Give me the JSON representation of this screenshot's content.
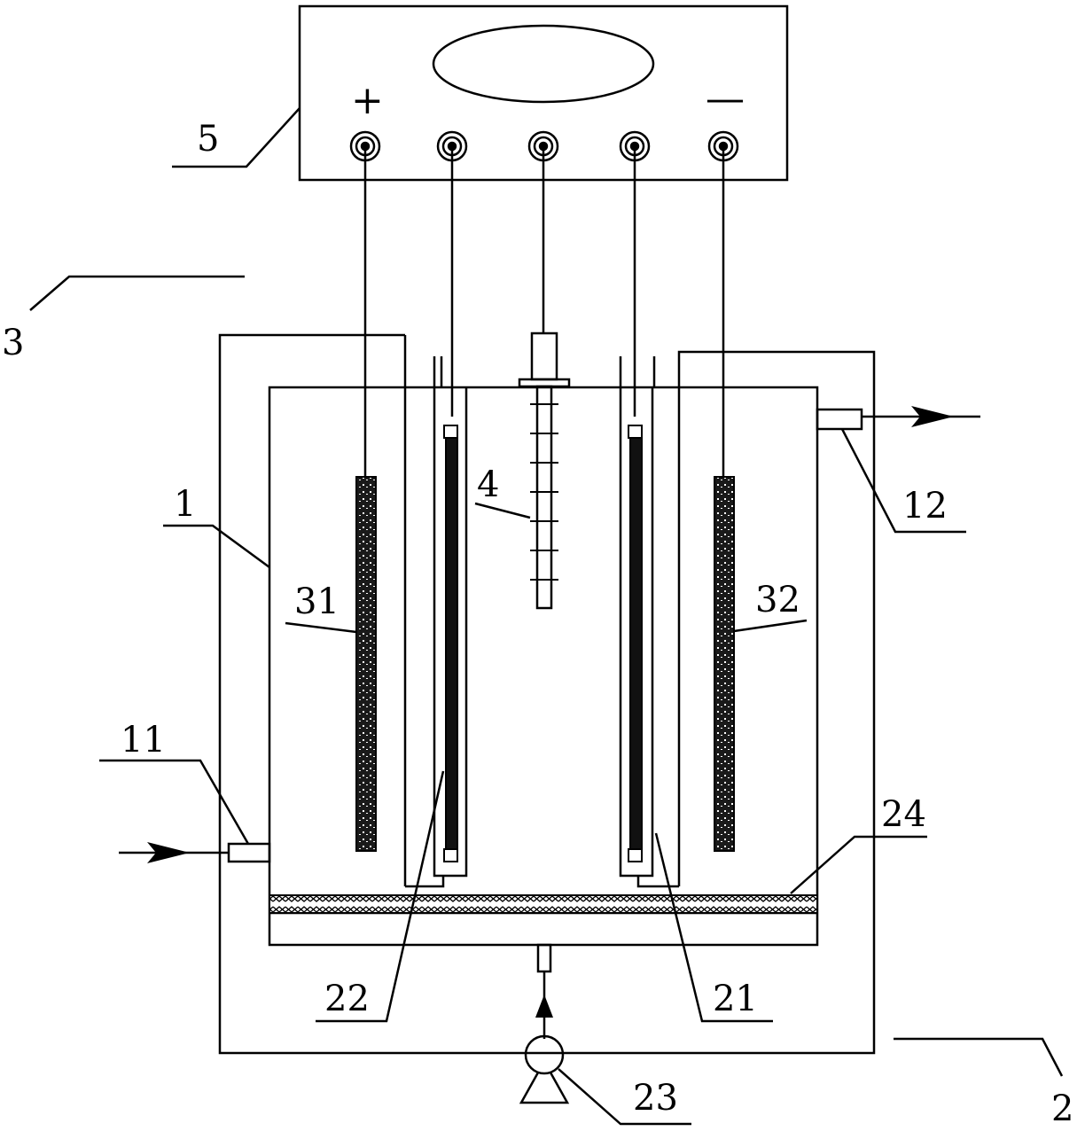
{
  "labels": {
    "power_supply": "5",
    "frame_3": "3",
    "tank_1": "1",
    "inlet": "11",
    "outlet": "12",
    "electrode_31": "31",
    "electrode_32": "32",
    "probe": "4",
    "lamp_22": "22",
    "lamp_21": "21",
    "pump": "23",
    "plate_24": "24",
    "frame_2": "2"
  },
  "terminals": {
    "positive": "+",
    "negative": "—"
  },
  "colors": {
    "line": "#000000",
    "background": "#ffffff",
    "electrode_fill": "#1a1a1a",
    "mesh_fill": "#9a9a9a"
  }
}
